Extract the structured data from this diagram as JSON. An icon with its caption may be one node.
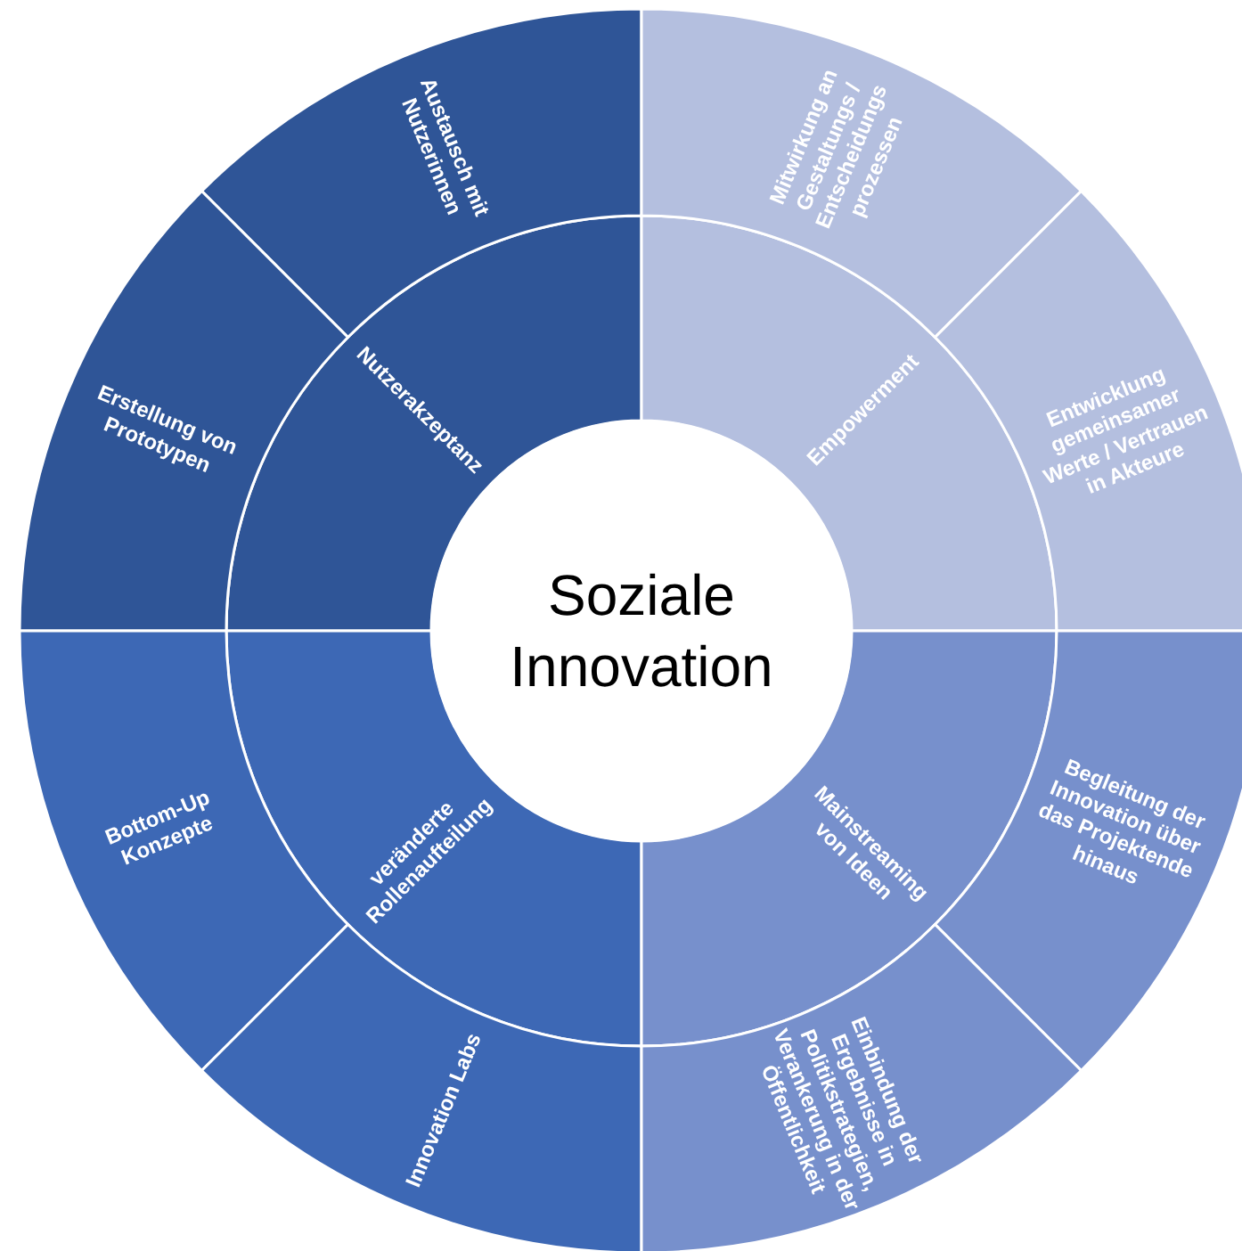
{
  "diagram": {
    "nodes": [
      {
        "text": [
          "Soziale Innovation"
        ]
      },
      {
        "text": [
          "Nutzerakzeptanz"
        ]
      },
      {
        "text": [
          "Austausch mit Nutzerinnen"
        ]
      },
      {
        "text": [
          "Erstellung von Prototypen"
        ]
      },
      {
        "text": [
          "Empowerment"
        ]
      },
      {
        "text": [
          "Mitwirkung an Gestaltungs / Entscheidungs prozessen"
        ]
      },
      {
        "text": [
          "Entwicklung gemeinsamer Werte / Vertrauen in Akteure"
        ]
      },
      {
        "text": [
          "veränderte Rollenaufteilung"
        ]
      },
      {
        "text": [
          "Bottom-Up Konzepte"
        ]
      },
      {
        "text": [
          "Innovation Labs"
        ]
      },
      {
        "text": [
          "Mainstreaming von Ideen"
        ]
      },
      {
        "text": [
          "Begleitung der Innovation über das Projektende hinaus"
        ]
      },
      {
        "text": [
          "Einbindung der Ergebnisse in Politikstrategien, Verankerung in der Öffentlichkeit"
        ]
      }
    ]
  }
}
